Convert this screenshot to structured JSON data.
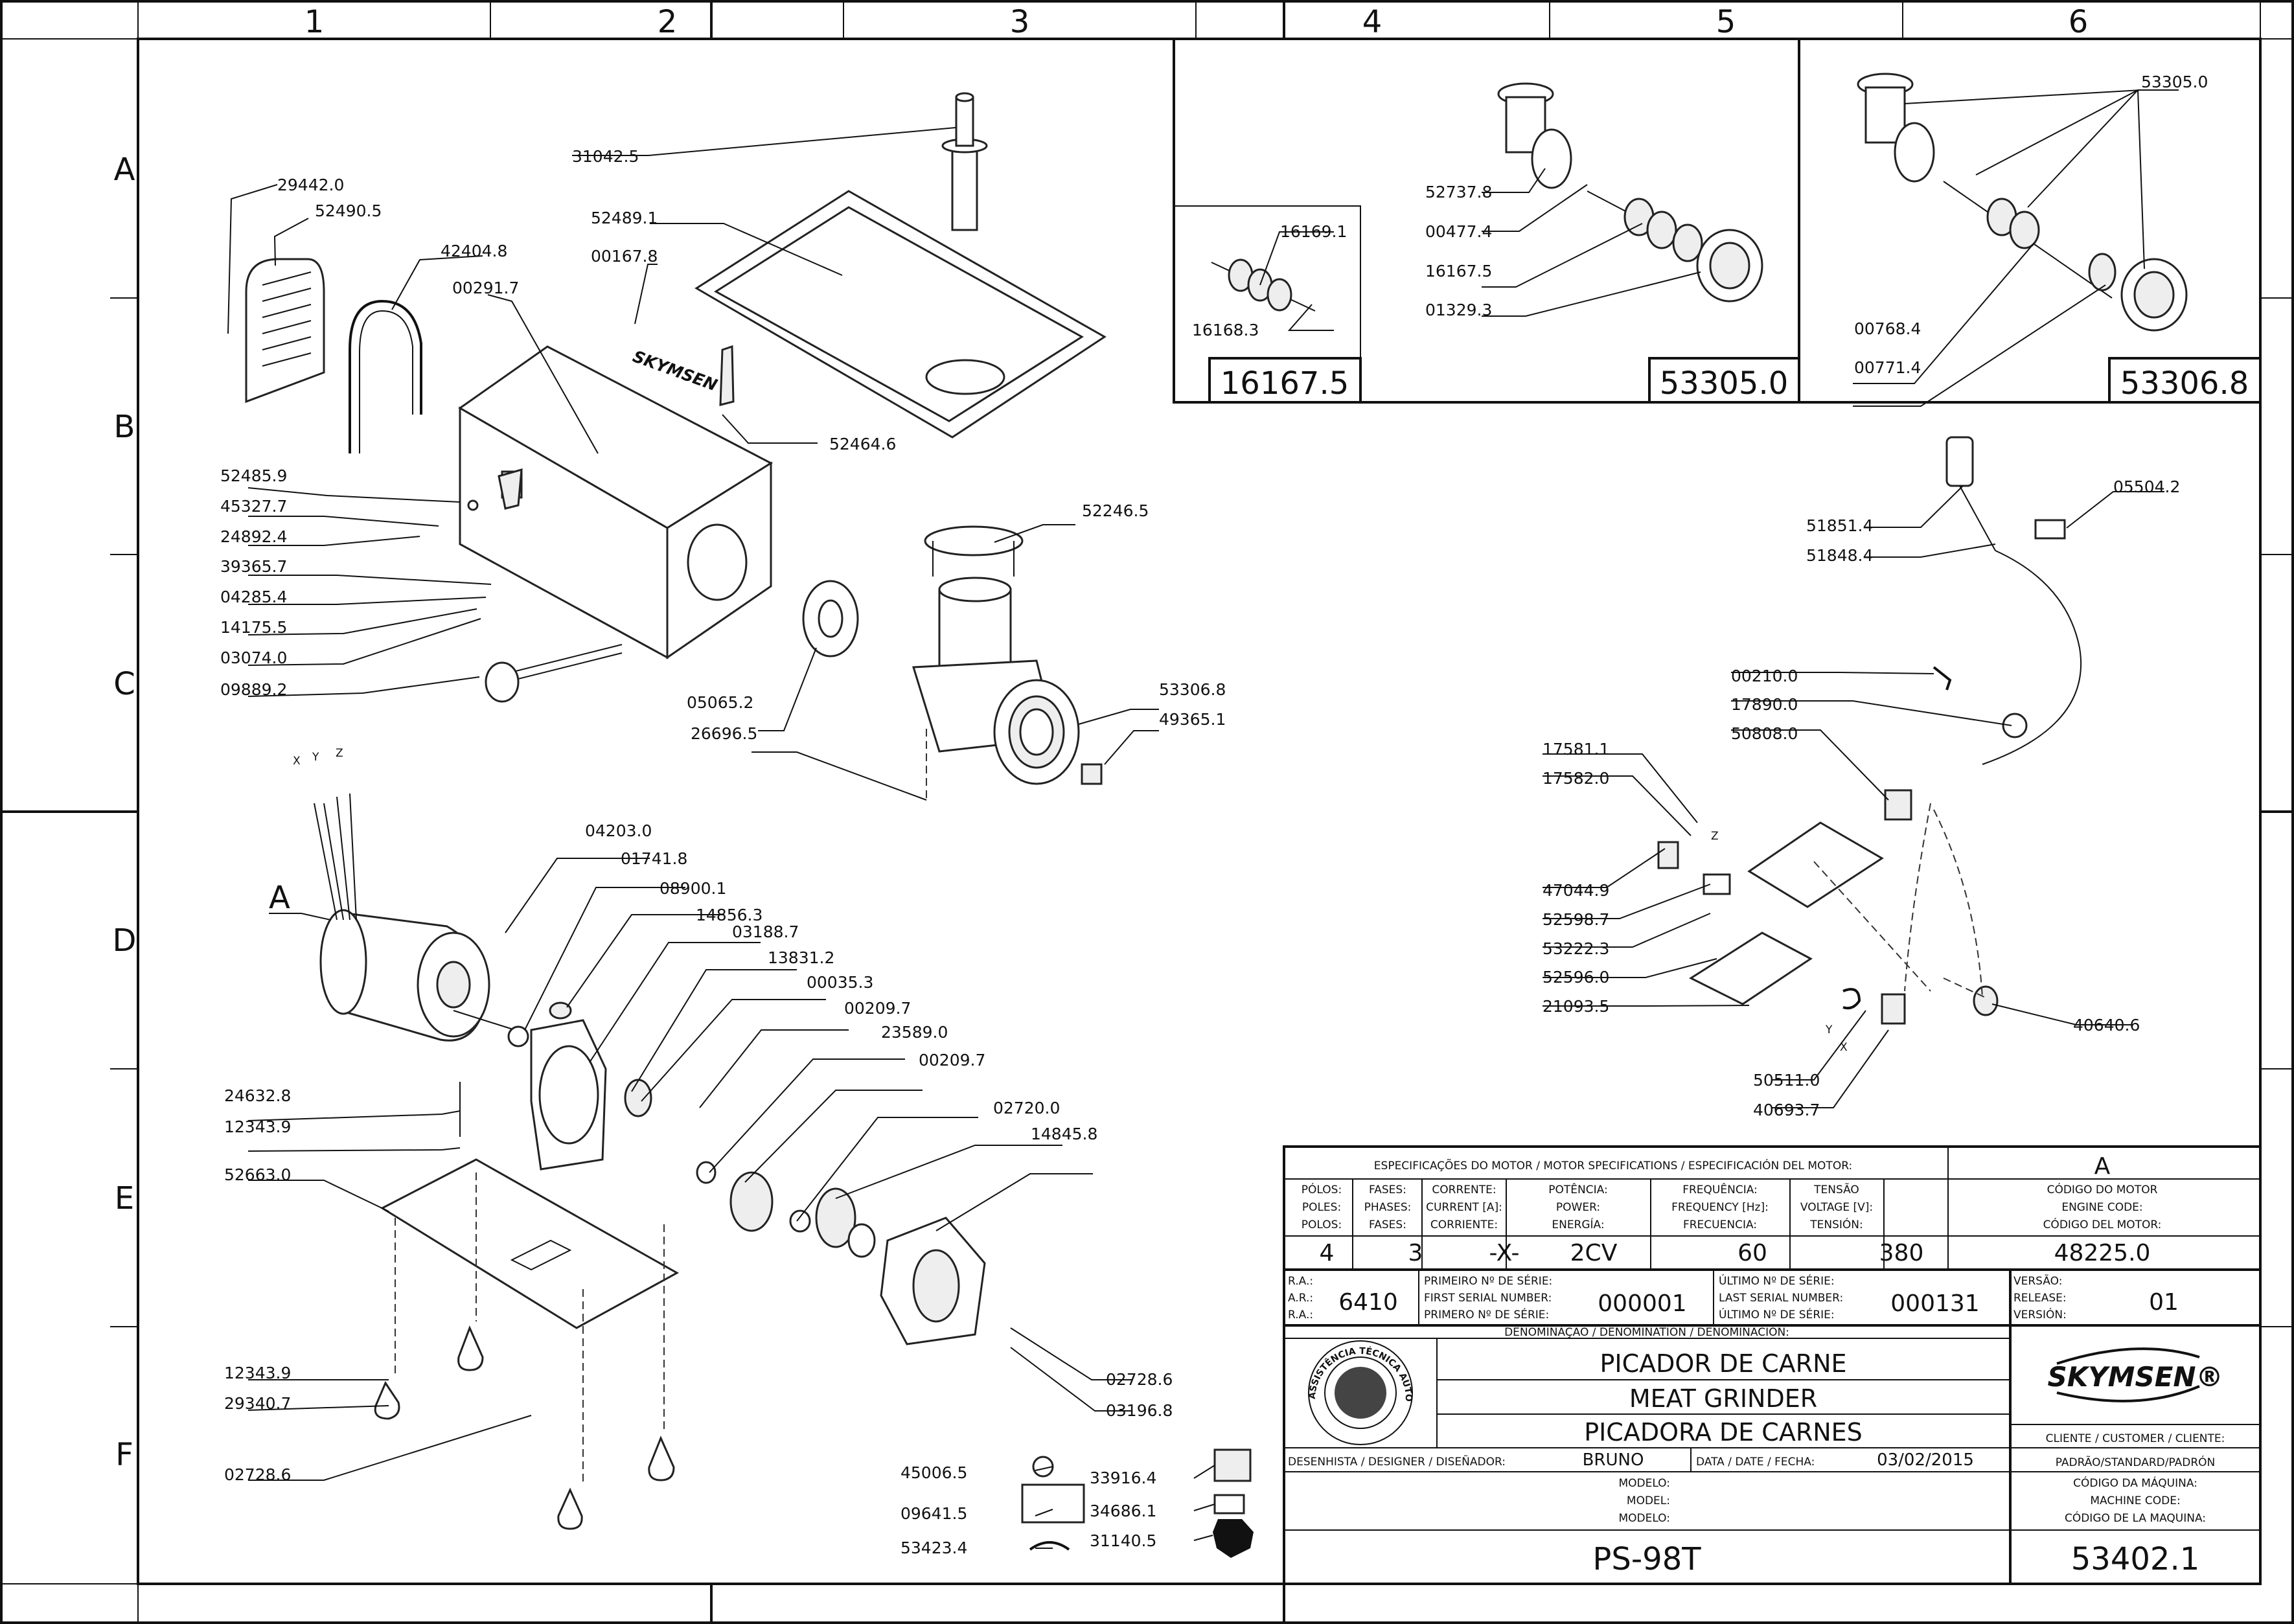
{
  "grid": {
    "columns": [
      "1",
      "2",
      "3",
      "4",
      "5",
      "6"
    ],
    "rows": [
      "A",
      "B",
      "C",
      "D",
      "E",
      "F"
    ]
  },
  "parts": [
    "31042.5",
    "29442.0",
    "52490.5",
    "42404.8",
    "52489.1",
    "00167.8",
    "00291.7",
    "52464.6",
    "52485.9",
    "45327.7",
    "24892.4",
    "39365.7",
    "04285.4",
    "14175.5",
    "03074.0",
    "09889.2",
    "52246.5",
    "05065.2",
    "53306.8",
    "49365.1",
    "26696.5",
    "04203.0",
    "01741.8",
    "08900.1",
    "14856.3",
    "03188.7",
    "13831.2",
    "00035.3",
    "00209.7",
    "23589.0",
    "00209.7",
    "02720.0",
    "14845.8",
    "24632.8",
    "12343.9",
    "52663.0",
    "12343.9",
    "29340.7",
    "02728.6",
    "02728.6",
    "03196.8",
    "45006.5",
    "09641.5",
    "53423.4",
    "33916.4",
    "34686.1",
    "31140.5",
    "16169.1",
    "16168.3",
    "52737.8",
    "00477.4",
    "16167.5",
    "01329.3",
    "53305.0",
    "00768.4",
    "00771.4",
    "05504.2",
    "51851.4",
    "51848.4",
    "00210.0",
    "17890.0",
    "50808.0",
    "17581.1",
    "17582.0",
    "47044.9",
    "52598.7",
    "53222.3",
    "52596.0",
    "21093.5",
    "40640.6",
    "50511.0",
    "40693.7"
  ],
  "motor_letters": [
    "X",
    "Y",
    "Z",
    "A"
  ],
  "wiring_letters": [
    "Z",
    "Y",
    "X"
  ],
  "subassembly_codes": [
    "16167.5",
    "53305.0",
    "53306.8"
  ],
  "brand_on_part": "SKYMSEN",
  "title_block": {
    "motor_spec_header": "ESPECIFICAÇÕES DO MOTOR / MOTOR SPECIFICATIONS / ESPECIFICACIÓN DEL MOTOR:",
    "motor_code_letter": "A",
    "poles_label": [
      "PÓLOS:",
      "POLES:",
      "POLOS:"
    ],
    "phases_label": [
      "FASES:",
      "PHASES:",
      "FASES:"
    ],
    "current_label": [
      "CORRENTE:",
      "CURRENT [A]:",
      "CORRIENTE:"
    ],
    "power_label": [
      "POTÊNCIA:",
      "POWER:",
      "ENERGÍA:"
    ],
    "frequency_label": [
      "FREQUÊNCIA:",
      "FREQUENCY [Hz]:",
      "FRECUENCIA:"
    ],
    "voltage_label": [
      "TENSÃO",
      "VOLTAGE [V]:",
      "TENSIÓN:"
    ],
    "engine_code_label": [
      "CÓDIGO DO MOTOR",
      "ENGINE CODE:",
      "CÓDIGO DEL MOTOR:"
    ],
    "poles": "4",
    "phases": "3",
    "current": "-X-",
    "power": "2CV",
    "frequency": "60",
    "voltage": "380",
    "engine_code": "48225.0",
    "ra_label": [
      "R.A.:",
      "A.R.:",
      "R.A.:"
    ],
    "ra": "6410",
    "first_serial_label": [
      "PRIMEIRO Nº DE SÉRIE:",
      "FIRST SERIAL NUMBER:",
      "PRIMERO Nº DE SÉRIE:"
    ],
    "first_serial": "000001",
    "last_serial_label": [
      "ÚLTIMO Nº DE SÉRIE:",
      "LAST SERIAL NUMBER:",
      "ÚLTIMO Nº DE SÉRIE:"
    ],
    "last_serial": "000131",
    "version_label": [
      "VERSÃO:",
      "RELEASE:",
      "VERSIÓN:"
    ],
    "version": "01",
    "denomination_label": "DENOMINAÇÃO / DENOMINATION / DENOMINACIÓN:",
    "names": [
      "PICADOR DE CARNE",
      "MEAT GRINDER",
      "PICADORA DE CARNES"
    ],
    "stamp_text": "ASSISTÊNCIA TÉCNICA AUTORIZADA",
    "logo": "SKYMSEN®",
    "customer_label": "CLIENTE / CUSTOMER / CLIENTE:",
    "customer": "PADRÃO/STANDARD/PADRÓN",
    "designer_label": "DESENHISTA / DESIGNER / DISEÑADOR:",
    "designer": "BRUNO",
    "date_label": "DATA / DATE / FECHA:",
    "date": "03/02/2015",
    "model_label": [
      "MODELO:",
      "MODEL:",
      "MODELO:"
    ],
    "model": "PS-98T",
    "machine_code_label": [
      "CÓDIGO DA MÁQUINA:",
      "MACHINE CODE:",
      "CÓDIGO DE LA MAQUINA:"
    ],
    "machine_code": "53402.1"
  }
}
